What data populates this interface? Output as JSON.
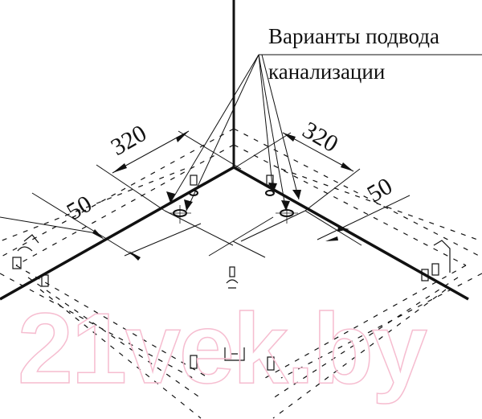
{
  "diagram": {
    "type": "isometric-technical-drawing",
    "callout": {
      "line1": "Варианты подвода",
      "line2": "канализации"
    },
    "dimensions": {
      "left_width": "320",
      "right_width": "320",
      "left_offset": "50",
      "right_offset": "50"
    },
    "watermark": "21vek.by",
    "colors": {
      "ink": "#111111",
      "watermark": "#f6bdd0",
      "background": "#ffffff"
    }
  }
}
